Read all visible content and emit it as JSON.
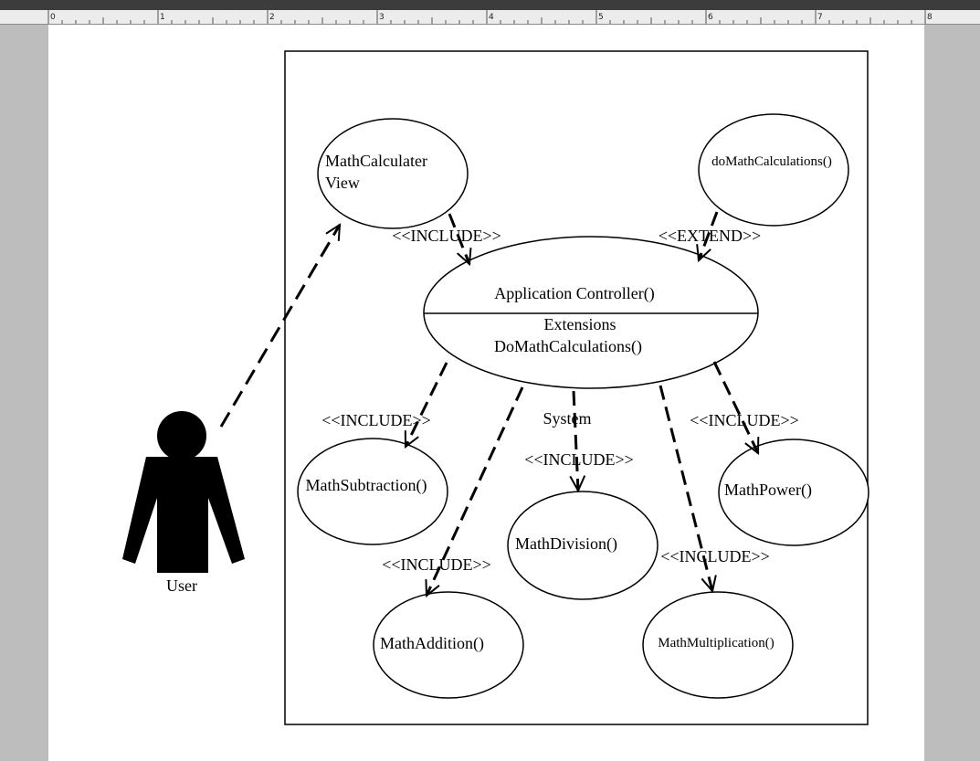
{
  "ruler": {
    "numbers": [
      "0",
      "1",
      "2",
      "3",
      "4",
      "5",
      "6",
      "7",
      "8"
    ]
  },
  "actor": {
    "label": "User"
  },
  "system": {
    "label": "System"
  },
  "use_cases": {
    "view": {
      "line1": "MathCalculater",
      "line2": "View"
    },
    "do_math": {
      "label": "doMathCalculations()"
    },
    "controller": {
      "title": "Application Controller()",
      "ext_heading": "Extensions",
      "ext_point": "DoMathCalculations()"
    },
    "subtraction": {
      "label": "MathSubtraction()"
    },
    "division": {
      "label": "MathDivision()"
    },
    "power": {
      "label": "MathPower()"
    },
    "addition": {
      "label": "MathAddition()"
    },
    "multiplication": {
      "label": "MathMultiplication()"
    }
  },
  "relations": {
    "view_include": "<<INCLUDE>>",
    "extend": "<<EXTEND>>",
    "subtraction_include": "<<INCLUDE>>",
    "division_include": "<<INCLUDE>>",
    "power_include": "<<INCLUDE>>",
    "addition_include": "<<INCLUDE>>",
    "multiplication_include": "<<INCLUDE>>"
  },
  "colors": {
    "line": "#000000",
    "page": "#ffffff",
    "canvas": "#bdbdbd",
    "ruler": "#ececec"
  }
}
